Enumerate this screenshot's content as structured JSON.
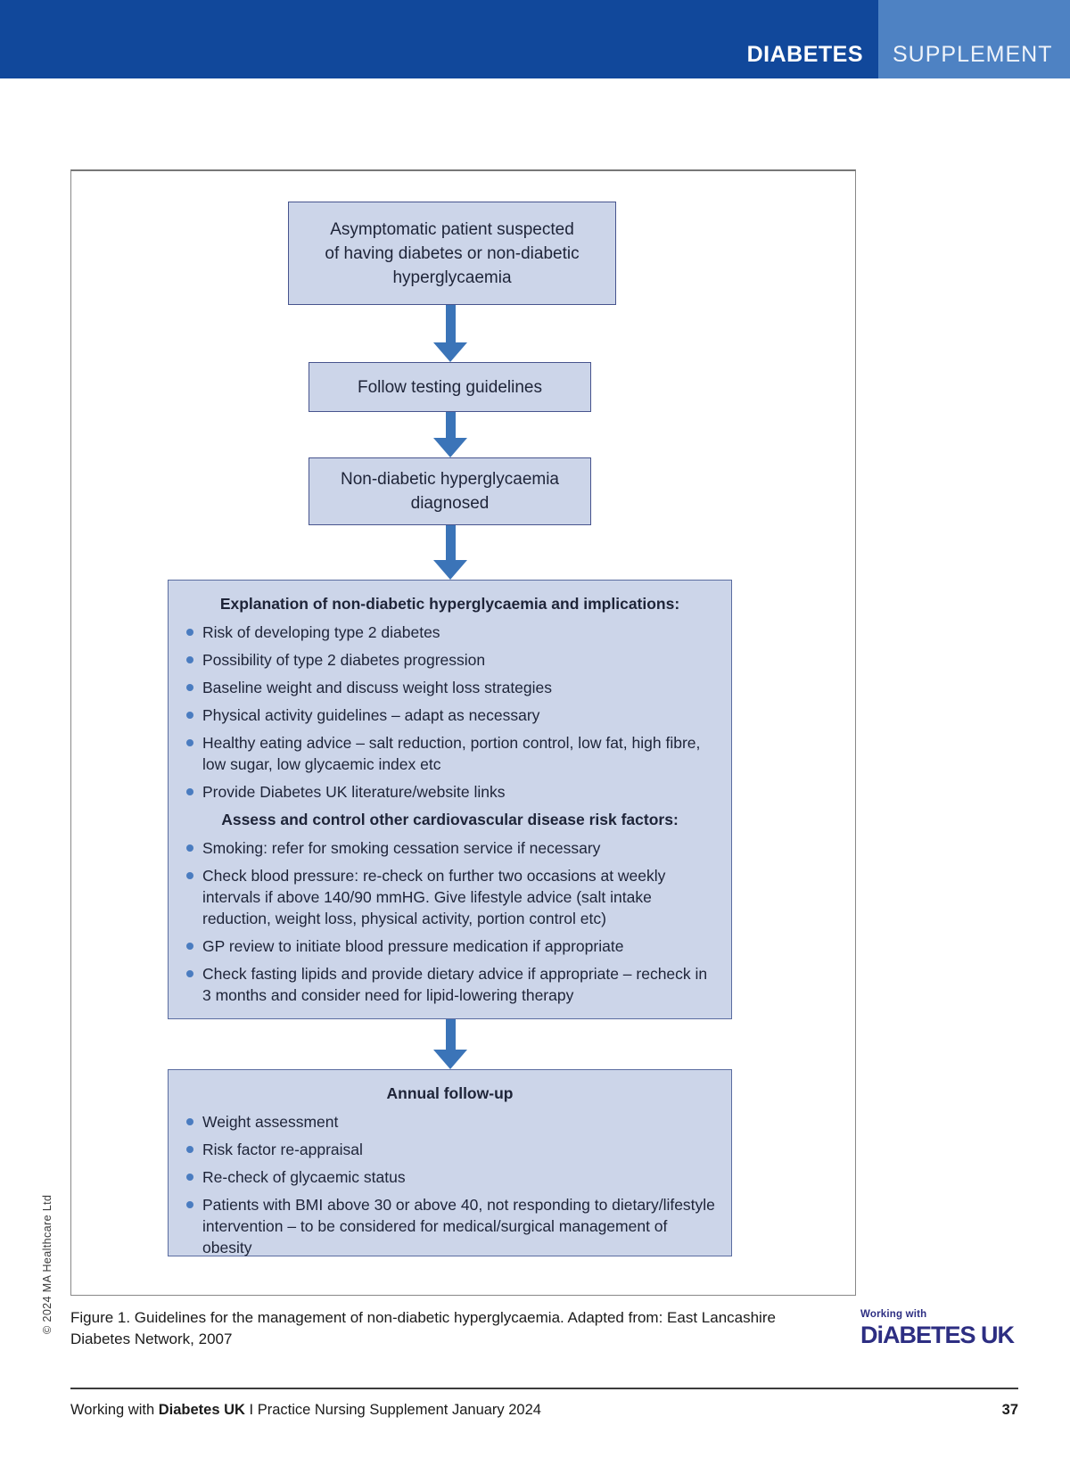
{
  "header": {
    "brand": "DIABETES",
    "section": "SUPPLEMENT"
  },
  "flowchart": {
    "box1_lines": [
      "Asymptomatic patient suspected",
      "of having diabetes or non-diabetic",
      "hyperglycaemia"
    ],
    "box2": "Follow testing guidelines",
    "box3_lines": [
      "Non-diabetic hyperglycaemia",
      "diagnosed"
    ],
    "explanation": {
      "title": "Explanation of non-diabetic hyperglycaemia and implications:",
      "bullets": [
        "Risk of developing type 2 diabetes",
        "Possibility of type 2 diabetes progression",
        "Baseline weight and discuss weight loss strategies",
        "Physical activity guidelines – adapt as necessary",
        "Healthy eating advice – salt reduction, portion control, low fat, high fibre, low sugar, low glycaemic index etc",
        "Provide Diabetes UK literature/website links"
      ],
      "subtitle": "Assess and control other cardiovascular disease risk factors:",
      "bullets2": [
        "Smoking: refer for smoking cessation service if necessary",
        "Check blood pressure: re-check on further two occasions at weekly intervals if above 140/90 mmHG. Give lifestyle advice (salt intake reduction, weight loss, physical activity, portion control etc)",
        "GP review to initiate blood pressure medication if appropriate",
        "Check fasting lipids and provide dietary advice if appropriate – recheck in 3 months and consider need for lipid-lowering therapy"
      ]
    },
    "annual": {
      "title": "Annual follow-up",
      "bullets": [
        "Weight assessment",
        "Risk factor re-appraisal",
        "Re-check of glycaemic status",
        "Patients with BMI above 30 or above 40, not responding to dietary/lifestyle intervention – to be considered for medical/surgical management of obesity"
      ]
    }
  },
  "caption": "Figure 1. Guidelines for the management of non-diabetic hyperglycaemia. Adapted from: East Lancashire Diabetes Network, 2007",
  "logo": {
    "tagline": "Working with",
    "name": "DiABETES UK"
  },
  "copyright": "© 2024 MA Healthcare Ltd",
  "footer": {
    "left_prefix": "Working with ",
    "left_bold": "Diabetes UK",
    "left_rest": " I Practice Nursing Supplement January 2024",
    "page": "37"
  },
  "colors": {
    "header_dark_blue": "#11489b",
    "header_light_blue": "#4e82c3",
    "box_fill": "#ccd5e9",
    "box_border": "#47548e",
    "arrow_blue": "#3b74b8",
    "bullet_blue": "#4a7cc0",
    "logo_blue": "#2d2e82"
  }
}
